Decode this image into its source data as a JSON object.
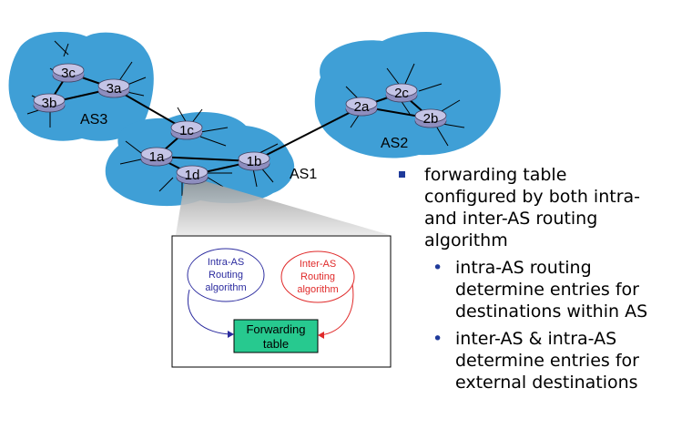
{
  "routers": {
    "r3c": "3c",
    "r3a": "3a",
    "r3b": "3b",
    "r1c": "1c",
    "r1a": "1a",
    "r1d": "1d",
    "r1b": "1b",
    "r2a": "2a",
    "r2c": "2c",
    "r2b": "2b"
  },
  "as_labels": {
    "as1": "AS1",
    "as2": "AS2",
    "as3": "AS3"
  },
  "inset": {
    "intra_line1": "Intra-AS",
    "intra_line2": "Routing",
    "intra_line3": "algorithm",
    "inter_line1": "Inter-AS",
    "inter_line2": "Routing",
    "inter_line3": "algorithm",
    "fwd_line1": "Forwarding",
    "fwd_line2": "table"
  },
  "bullets": {
    "main": "forwarding table\nconfigured by both intra-\nand inter-AS routing\nalgorithm",
    "sub1": "intra-AS routing\ndetermine entries for\ndestinations within AS",
    "sub2": "inter-AS & intra-AS\ndetermine entries for\nexternal destinations"
  },
  "colors": {
    "cloud": "#3f9fd6",
    "router": "#b3b3d9",
    "intra": "#2b2b9f",
    "inter": "#e02a2a",
    "forwarding_box": "#27c98f",
    "bullet": "#1f3a9a"
  }
}
